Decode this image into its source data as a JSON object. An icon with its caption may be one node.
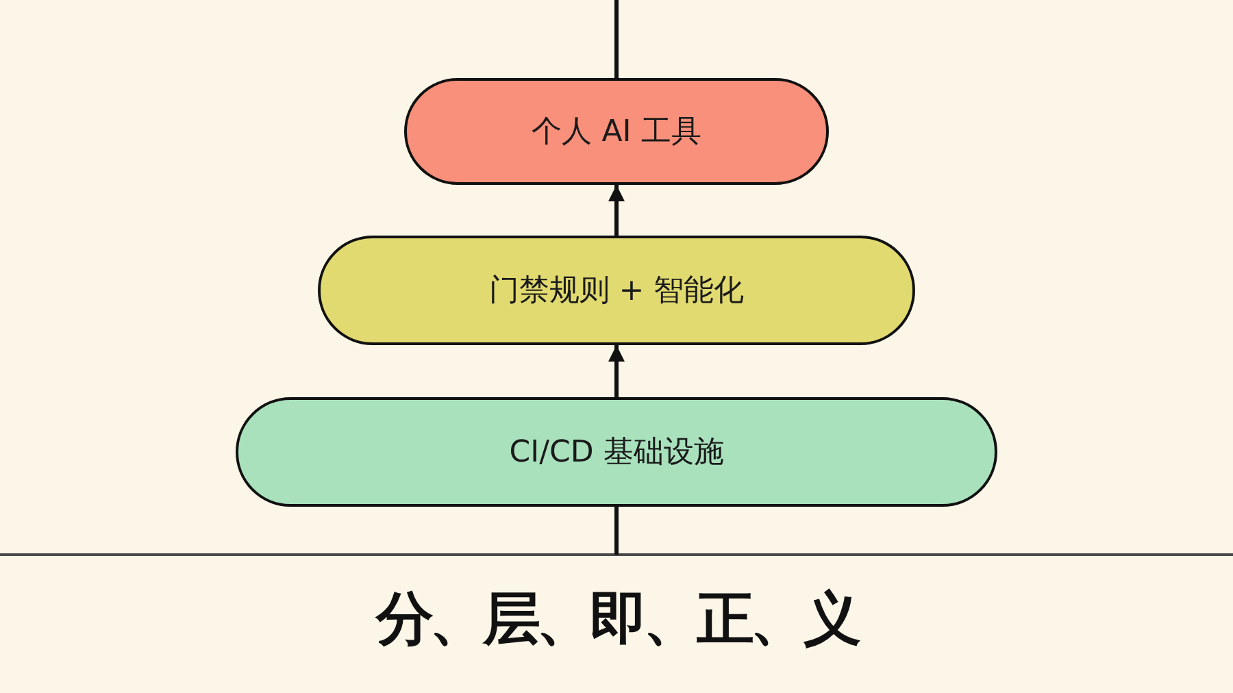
{
  "diagram": {
    "title": "分、层、即、正、义",
    "nodes": [
      {
        "text": [
          "个人 AI 工具"
        ]
      },
      {
        "text": [
          "门禁规则 + 智能化"
        ]
      },
      {
        "text": [
          "CI/CD 基础设施"
        ]
      }
    ],
    "edges": [
      {
        "from": null,
        "to": 0,
        "arrow": "none"
      },
      {
        "from": 1,
        "to": 0,
        "arrow": "to"
      },
      {
        "from": 2,
        "to": 1,
        "arrow": "to"
      },
      {
        "from": 2,
        "to": null,
        "arrow": "none"
      }
    ]
  }
}
